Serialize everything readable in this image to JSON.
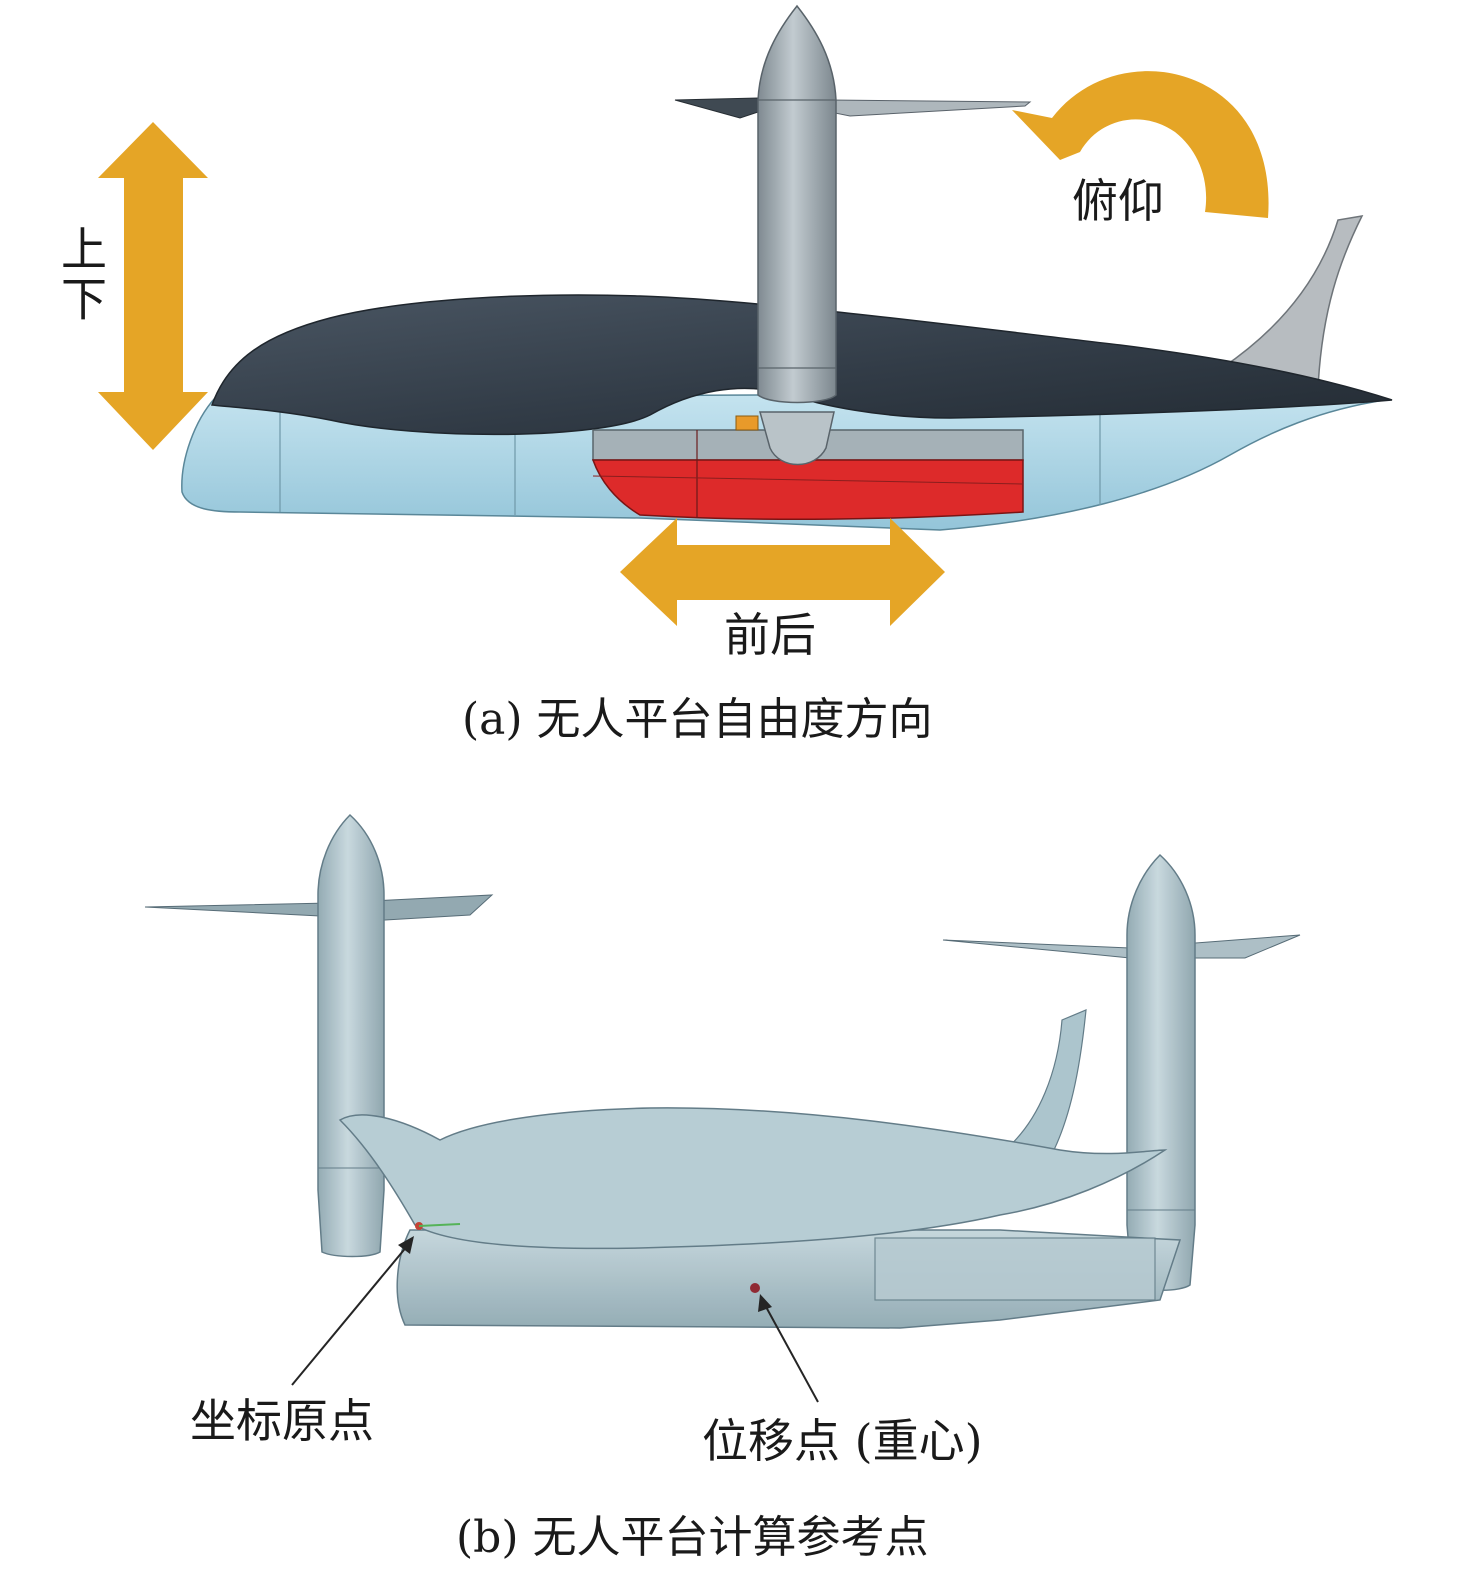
{
  "panel_a": {
    "caption": "(a) 无人平台自由度方向",
    "labels": {
      "updown": "上下",
      "forward_backward": "前后",
      "pitch": "俯仰"
    }
  },
  "panel_b": {
    "caption": "(b) 无人平台计算参考点",
    "labels": {
      "origin": "坐标原点",
      "displacement": "位移点 (重心)"
    }
  },
  "colors": {
    "arrow": "#E5A526",
    "hull": "#A9D3E4",
    "top_shell": "#394450",
    "battery_red": "#DD2A2A",
    "battery_grey": "#9DA8AE",
    "model_b": "#A8C2CB"
  }
}
